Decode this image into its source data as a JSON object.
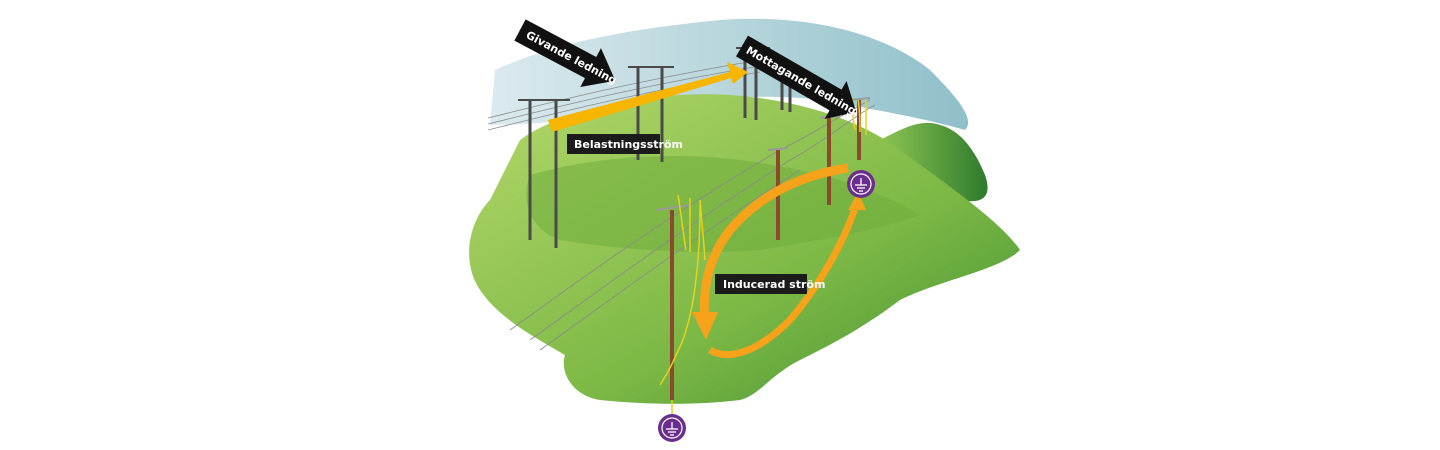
{
  "labels": {
    "givande": "Givande ledning",
    "mottagande": "Mottagande ledning",
    "belastning": "Belastningsström",
    "inducerad": "Inducerad ström"
  },
  "icons": {
    "ground_top": "earth-ground-icon",
    "ground_bottom": "earth-ground-icon"
  },
  "colors": {
    "sky": "#a9cdd5",
    "hill_light": "#a6cf5a",
    "hill_mid": "#79b441",
    "hill_dark": "#2f7d2e",
    "arrow_current": "#f6a21a",
    "arrow_load": "#f7b500",
    "label_bg": "#1b1b1b",
    "ground_badge": "#6b2e8f",
    "pole_wood": "#8a4a2b",
    "pole_steel": "#4a4a4a"
  }
}
